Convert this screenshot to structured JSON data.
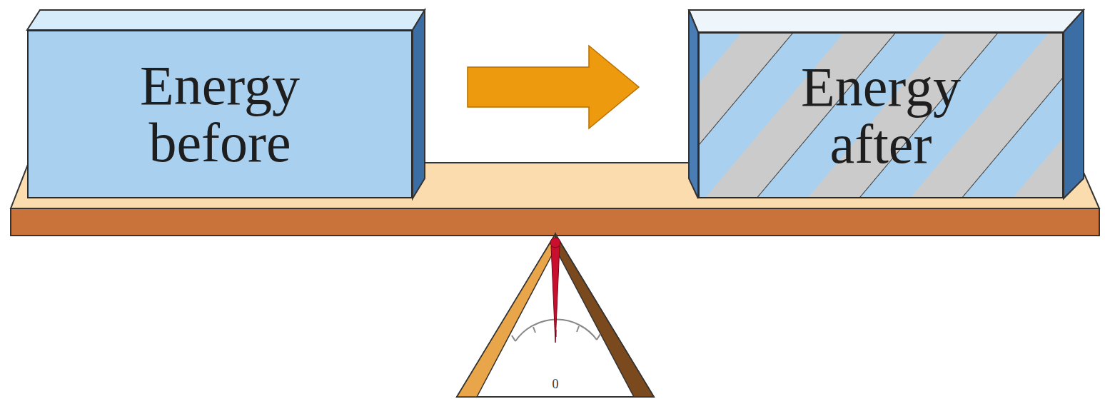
{
  "diagram": {
    "nodes": [
      {
        "text": [
          "Energy before"
        ]
      },
      {
        "text": [
          "Energy after"
        ]
      }
    ],
    "edges": [
      {
        "from": 0,
        "to": 1,
        "arrow": "to"
      }
    ],
    "labels": [
      "0"
    ]
  }
}
